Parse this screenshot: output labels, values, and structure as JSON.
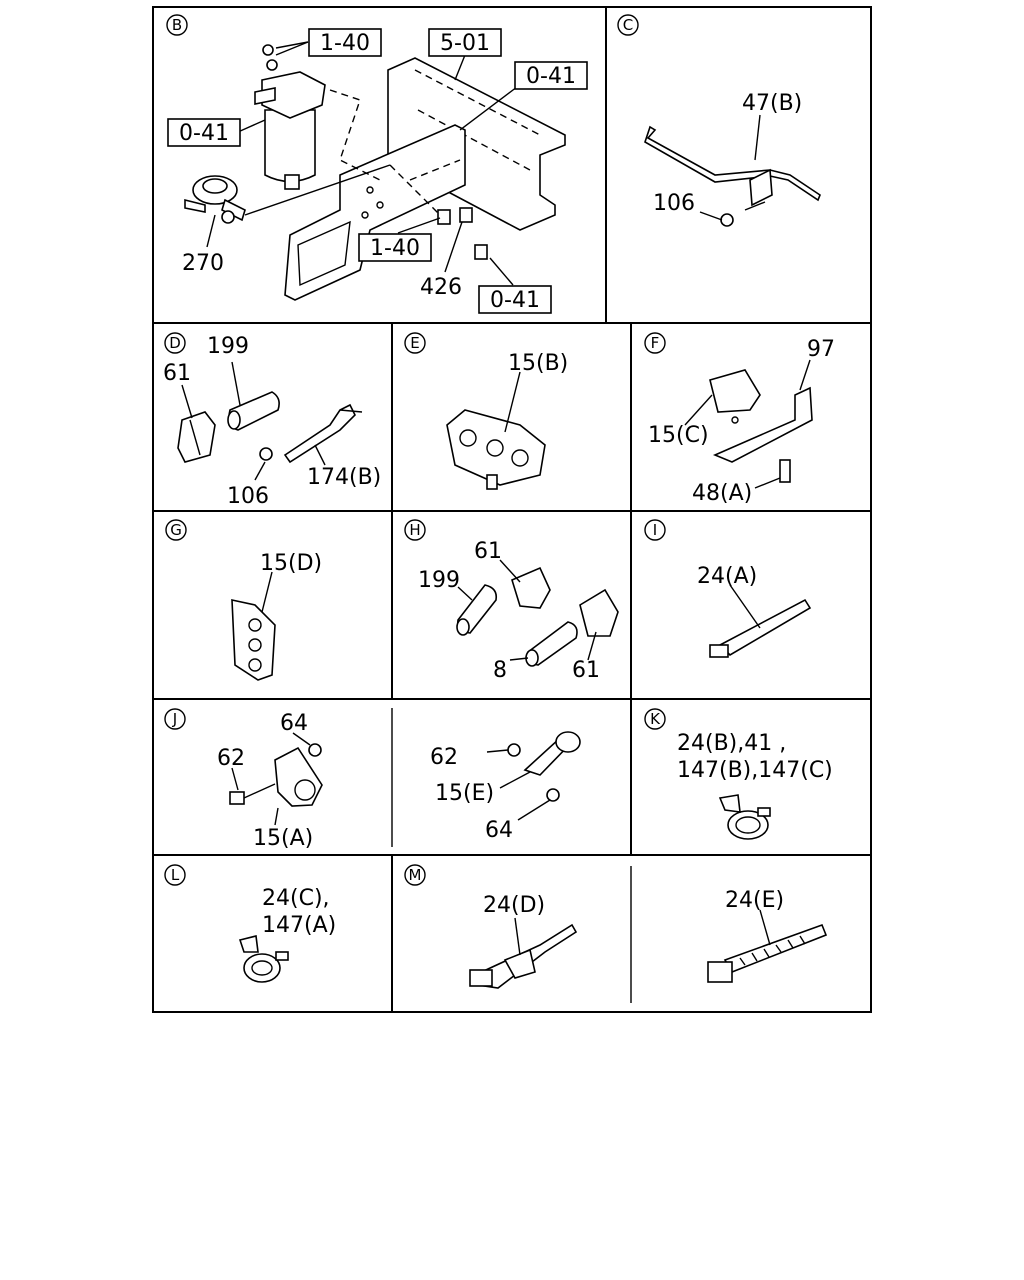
{
  "sections": {
    "B": {
      "letter": "B",
      "refs": [
        "1-40",
        "5-01",
        "0-41",
        "0-41",
        "1-40",
        "0-41"
      ],
      "parts": [
        "270",
        "426"
      ]
    },
    "C": {
      "letter": "C",
      "parts": [
        "47(B)",
        "106"
      ]
    },
    "D": {
      "letter": "D",
      "parts": [
        "199",
        "61",
        "106",
        "174(B)"
      ]
    },
    "E": {
      "letter": "E",
      "parts": [
        "15(B)"
      ]
    },
    "F": {
      "letter": "F",
      "parts": [
        "97",
        "15(C)",
        "48(A)"
      ]
    },
    "G": {
      "letter": "G",
      "parts": [
        "15(D)"
      ]
    },
    "H": {
      "letter": "H",
      "parts": [
        "61",
        "199",
        "8",
        "61"
      ]
    },
    "I": {
      "letter": "I",
      "parts": [
        "24(A)"
      ]
    },
    "J": {
      "letter": "J",
      "parts": [
        "64",
        "62",
        "15(A)"
      ]
    },
    "J2": {
      "parts": [
        "62",
        "15(E)",
        "64"
      ]
    },
    "K": {
      "letter": "K",
      "parts": [
        "24(B),41 ,",
        "147(B),147(C)"
      ]
    },
    "L": {
      "letter": "L",
      "parts": [
        "24(C),",
        "147(A)"
      ]
    },
    "M": {
      "letter": "M",
      "parts": [
        "24(D)"
      ]
    },
    "M2": {
      "parts": [
        "24(E)"
      ]
    }
  }
}
